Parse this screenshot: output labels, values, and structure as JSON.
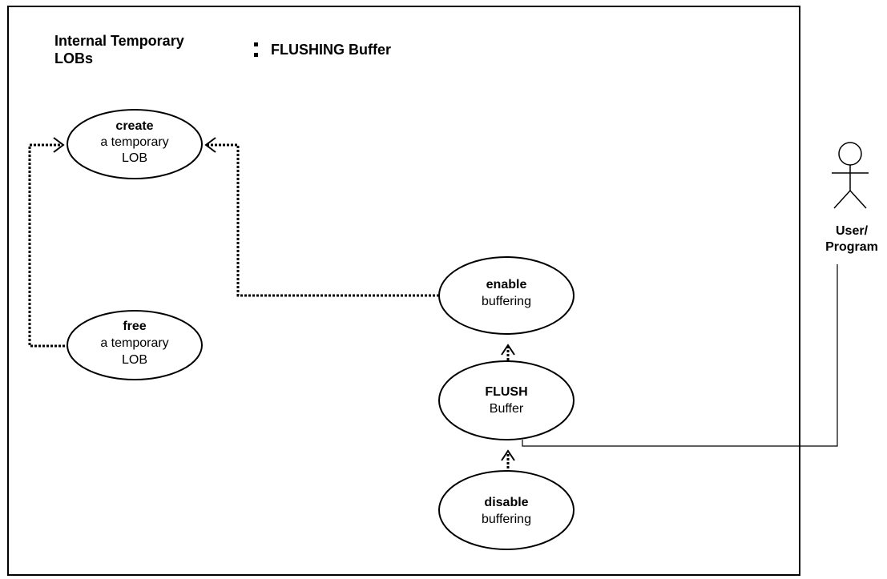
{
  "diagram": {
    "title_line1": "Internal Temporary",
    "title_line2": "LOBs",
    "subtitle": "FLUSHING Buffer",
    "actor": {
      "line1": "User/",
      "line2": "Program"
    },
    "use_cases": {
      "create": {
        "bold": "create",
        "line2": "a temporary",
        "line3": "LOB"
      },
      "free": {
        "bold": "free",
        "line2": "a temporary",
        "line3": "LOB"
      },
      "enable": {
        "bold": "enable",
        "line2": "buffering"
      },
      "flush": {
        "bold": "FLUSH",
        "line2": "Buffer"
      },
      "disable": {
        "bold": "disable",
        "line2": "buffering"
      }
    }
  }
}
